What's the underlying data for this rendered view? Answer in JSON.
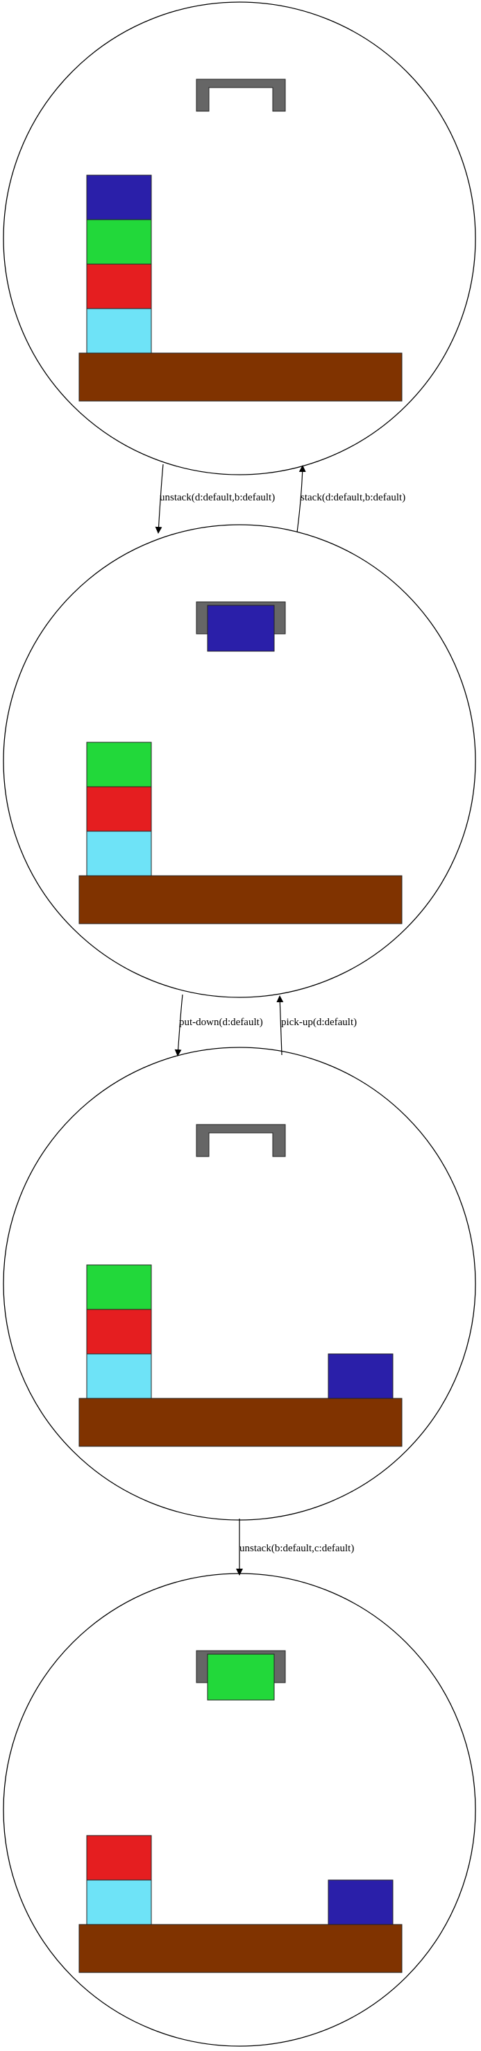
{
  "colors": {
    "blue": "#2a1fa9",
    "green": "#22d83a",
    "red": "#e51e20",
    "cyan": "#6ee3f7",
    "table": "#803300",
    "gripper": "#666666"
  },
  "states": [
    {
      "holding": null,
      "stack": [
        "cyan",
        "red",
        "green",
        "blue"
      ],
      "side": null
    },
    {
      "holding": "blue",
      "stack": [
        "cyan",
        "red",
        "green"
      ],
      "side": null
    },
    {
      "holding": null,
      "stack": [
        "cyan",
        "red",
        "green"
      ],
      "side": "blue"
    },
    {
      "holding": "green",
      "stack": [
        "cyan",
        "red"
      ],
      "side": "blue"
    }
  ],
  "edges": [
    {
      "from": 0,
      "to": 1,
      "label": "unstack(d:default,b:default)"
    },
    {
      "from": 1,
      "to": 0,
      "label": "stack(d:default,b:default)"
    },
    {
      "from": 1,
      "to": 2,
      "label": "put-down(d:default)"
    },
    {
      "from": 2,
      "to": 1,
      "label": "pick-up(d:default)"
    },
    {
      "from": 2,
      "to": 3,
      "label": "unstack(b:default,c:default)"
    }
  ]
}
